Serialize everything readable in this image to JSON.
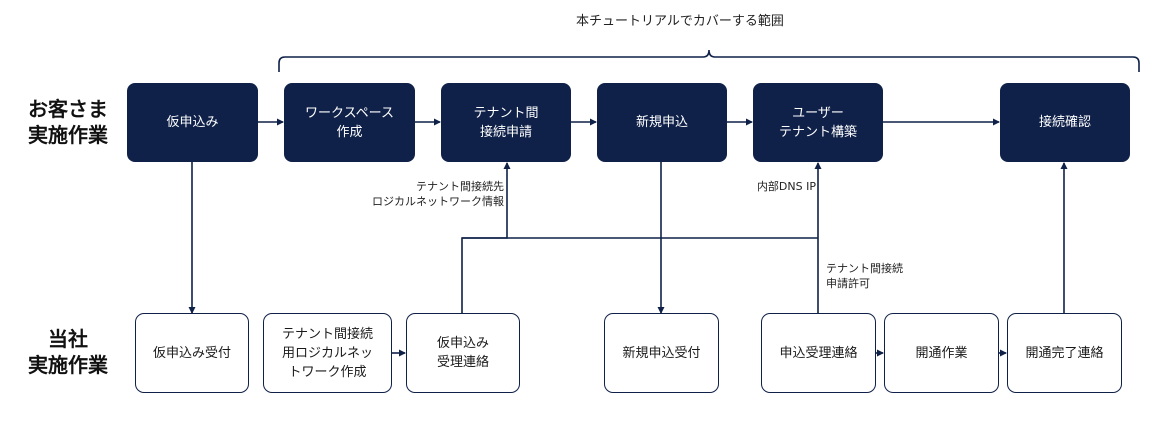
{
  "scope_label": "本チュートリアルでカバーする範囲",
  "row_labels": {
    "customer": "お客さま\n実施作業",
    "company": "当社\n実施作業"
  },
  "customer_steps": {
    "provisional_application": "仮申込み",
    "workspace_creation": "ワークスペース\n作成",
    "tenant_connection_request": "テナント間\n接続申請",
    "new_application": "新規申込",
    "user_tenant_build": "ユーザー\nテナント構築",
    "connection_check": "接続確認"
  },
  "company_steps": {
    "provisional_received": "仮申込み受付",
    "logical_network_creation": "テナント間接続\n用ロジカルネッ\nトワーク作成",
    "provisional_acceptance_notice": "仮申込み\n受理連絡",
    "new_application_received": "新規申込受付",
    "application_acceptance_notice": "申込受理連絡",
    "service_activation": "開通作業",
    "activation_complete_notice": "開通完了連絡"
  },
  "annotations": {
    "logical_network_info": "テナント間接続先\nロジカルネットワーク情報",
    "internal_dns_ip": "内部DNS IP",
    "connection_permission": "テナント間接続\n申請許可"
  },
  "colors": {
    "navy": "#0f2148",
    "text_light": "#ffffff"
  }
}
